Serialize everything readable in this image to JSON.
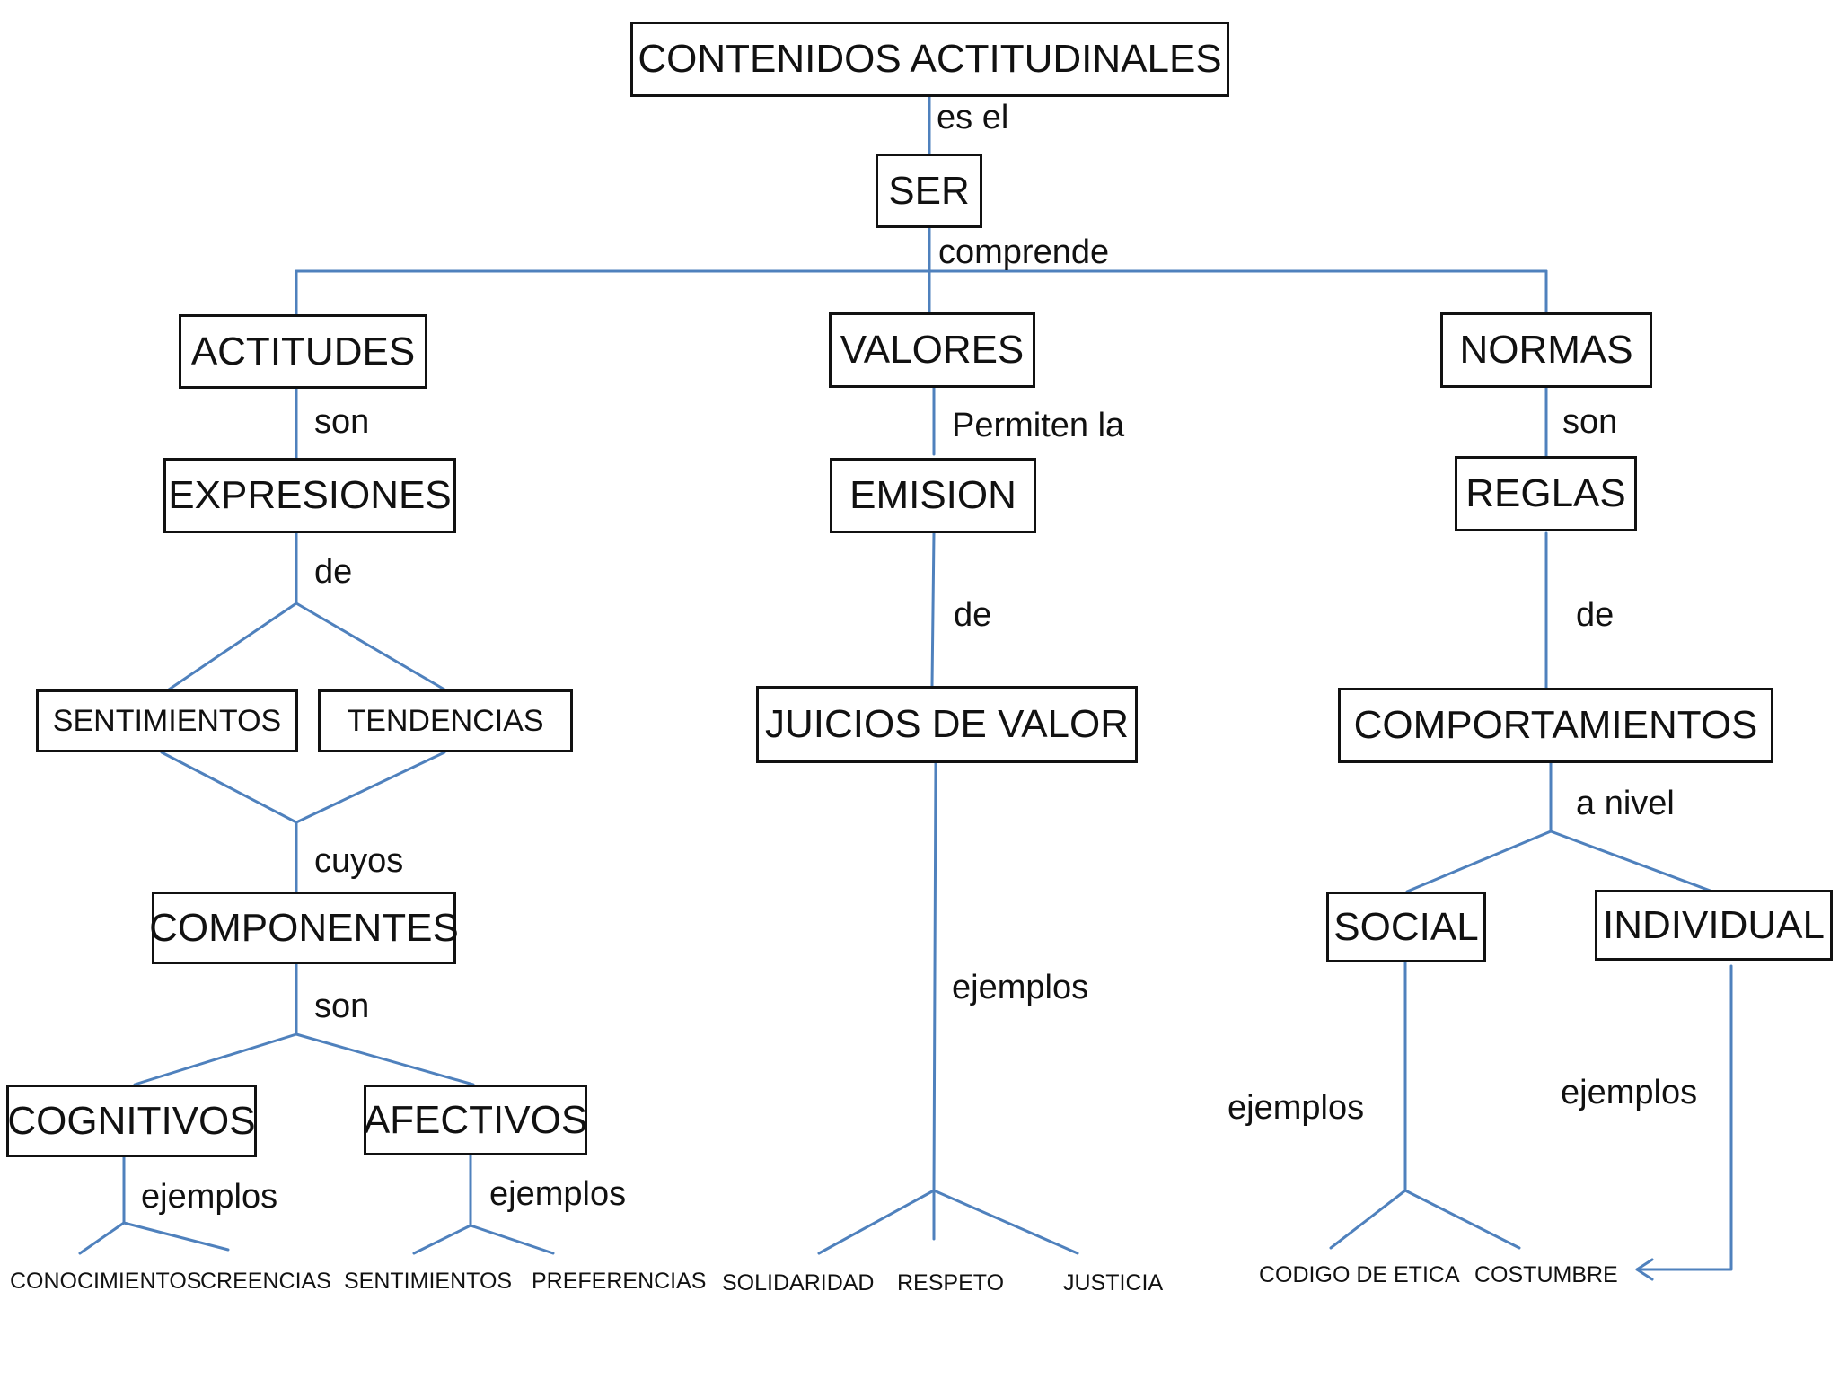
{
  "diagram": {
    "line_color": "#4f81bd",
    "nodes": {
      "root": "CONTENIDOS ACTITUDINALES",
      "ser": "SER",
      "actitudes": "ACTITUDES",
      "valores": "VALORES",
      "normas": "NORMAS",
      "expresiones": "EXPRESIONES",
      "emision": "EMISION",
      "reglas": "REGLAS",
      "sentimientos": "SENTIMIENTOS",
      "tendencias": "TENDENCIAS",
      "juicios": "JUICIOS DE VALOR",
      "comportamientos": "COMPORTAMIENTOS",
      "componentes": "COMPONENTES",
      "social": "SOCIAL",
      "individual": "INDIVIDUAL",
      "cognitivos": "COGNITIVOS",
      "afectivos": "AFECTIVOS"
    },
    "connectors": {
      "es_el": "es el",
      "comprende": "comprende",
      "son_actitudes": "son",
      "permiten_la": "Permiten la",
      "son_normas": "son",
      "de_expresiones": "de",
      "de_emision": "de",
      "de_reglas": "de",
      "a_nivel": "a nivel",
      "cuyos": "cuyos",
      "son_componentes": "son",
      "ejemplos_valor": "ejemplos",
      "ejemplos_social": "ejemplos",
      "ejemplos_individual": "ejemplos",
      "ejemplos_cognitivos": "ejemplos",
      "ejemplos_afectivos": "ejemplos"
    },
    "examples": {
      "conocimientos": "CONOCIMIENTOS",
      "creencias": "CREENCIAS",
      "sentimientos": "SENTIMIENTOS",
      "preferencias": "PREFERENCIAS",
      "solidaridad": "SOLIDARIDAD",
      "respeto": "RESPETO",
      "justicia": "JUSTICIA",
      "codigo_etica": "CODIGO DE ETICA",
      "costumbre": "COSTUMBRE"
    }
  }
}
